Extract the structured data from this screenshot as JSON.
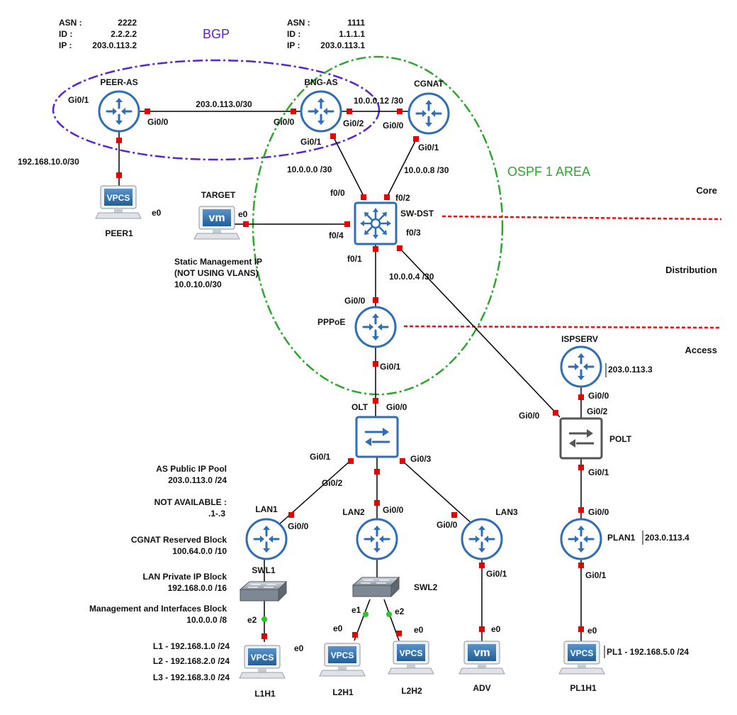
{
  "areas": {
    "bgp_label": "BGP",
    "ospf_label": "OSPF 1 AREA",
    "bgp_color": "#5b21d6",
    "ospf_color": "#2ea62e"
  },
  "tiers": {
    "core": "Core",
    "distribution": "Distribution",
    "access": "Access"
  },
  "as_info": {
    "peer": {
      "asn_label": "ASN :",
      "asn": "2222",
      "id_label": "ID :",
      "id": "2.2.2.2",
      "ip_label": "IP :",
      "ip": "203.0.113.2"
    },
    "bng": {
      "asn_label": "ASN :",
      "asn": "1111",
      "id_label": "ID :",
      "id": "1.1.1.1",
      "ip_label": "IP :",
      "ip": "203.0.113.1"
    }
  },
  "nodes": {
    "peer_as": "PEER-AS",
    "bng_as": "BNG-AS",
    "cgnat": "CGNAT",
    "sw_dst": "SW-DST",
    "target": "TARGET",
    "pppoe": "PPPoE",
    "olt": "OLT",
    "ispserv": "ISPSERV",
    "polt": "POLT",
    "lan1": "LAN1",
    "lan2": "LAN2",
    "lan3": "LAN3",
    "plan1": "PLAN1",
    "swl1": "SWL1",
    "swl2": "SWL2",
    "peer1": "PEER1",
    "l1h1": "L1H1",
    "l2h1": "L2H1",
    "l2h2": "L2H2",
    "adv": "ADV",
    "pl1h1": "PL1H1"
  },
  "icons": {
    "vpcs_text": "VPCS",
    "vm_text": "vm"
  },
  "links": {
    "peer_bng": "203.0.113.0/30",
    "bng_cgnat": "10.0.0.12 /30",
    "peer_pc": "192.168.10.0/30",
    "bng_sw": "10.0.0.0 /30",
    "cgnat_sw": "10.0.0.8 /30",
    "sw_polt": "10.0.0.4 /30"
  },
  "ports": {
    "peer_gi01": "Gi0/1",
    "peer_gi00": "Gi0/0",
    "bng_gi00": "Gi0/0",
    "bng_gi02": "Gi0/2",
    "bng_gi01": "Gi0/1",
    "cgnat_gi00": "Gi0/0",
    "cgnat_gi01": "Gi0/1",
    "sw_f00": "f0/0",
    "sw_f02": "f0/2",
    "sw_f04": "f0/4",
    "sw_f03": "f0/3",
    "sw_f01": "f0/1",
    "target_e0": "e0",
    "peer1_e0": "e0",
    "pppoe_gi00": "Gi0/0",
    "pppoe_gi01": "Gi0/1",
    "olt_gi00": "Gi0/0",
    "olt_gi01": "Gi0/1",
    "olt_gi03": "Gi0/3",
    "lan1_gi02": "Gi0/2",
    "lan1_gi00": "Gi0/0",
    "lan2_gi00": "Gi0/0",
    "lan3_gi00": "Gi0/0",
    "lan3_gi01": "Gi0/1",
    "polt_gi00_in": "Gi0/0",
    "ispserv_gi00": "Gi0/0",
    "polt_gi02": "Gi0/2",
    "polt_gi01": "Gi0/1",
    "plan1_gi00": "Gi0/0",
    "plan1_gi01": "Gi0/1",
    "swl1_e2": "e2",
    "l1h1_e0": "e0",
    "swl2_e1": "e1",
    "swl2_e2": "e2",
    "l2h1_e0": "e0",
    "l2h2_e0": "e0",
    "adv_e0": "e0",
    "pl1h1_e0": "e0"
  },
  "notes": {
    "target_mgmt": [
      "Static Management IP",
      "(NOT USING VLANS)",
      "10.0.10.0/30"
    ],
    "ispserv_ip": "203.0.113.3",
    "plan1_ip": "203.0.113.4",
    "pl1_net": "PL1 - 192.168.5.0 /24"
  },
  "legend": {
    "pool_title": "AS Public IP Pool",
    "pool_value": "203.0.113.0 /24",
    "na_title": "NOT AVAILABLE :",
    "na_value": ".1-.3",
    "cgnat_title": "CGNAT Reserved Block",
    "cgnat_value": "100.64.0.0 /10",
    "lan_title": "LAN Private IP Block",
    "lan_value": "192.168.0.0 /16",
    "mgmt_title": "Management and Interfaces Block",
    "mgmt_value": "10.0.0.0 /8",
    "l1": "L1 - 192.168.1.0 /24",
    "l2": "L2 - 192.168.2.0 /24",
    "l3": "L3 - 192.168.3.0 /24"
  }
}
